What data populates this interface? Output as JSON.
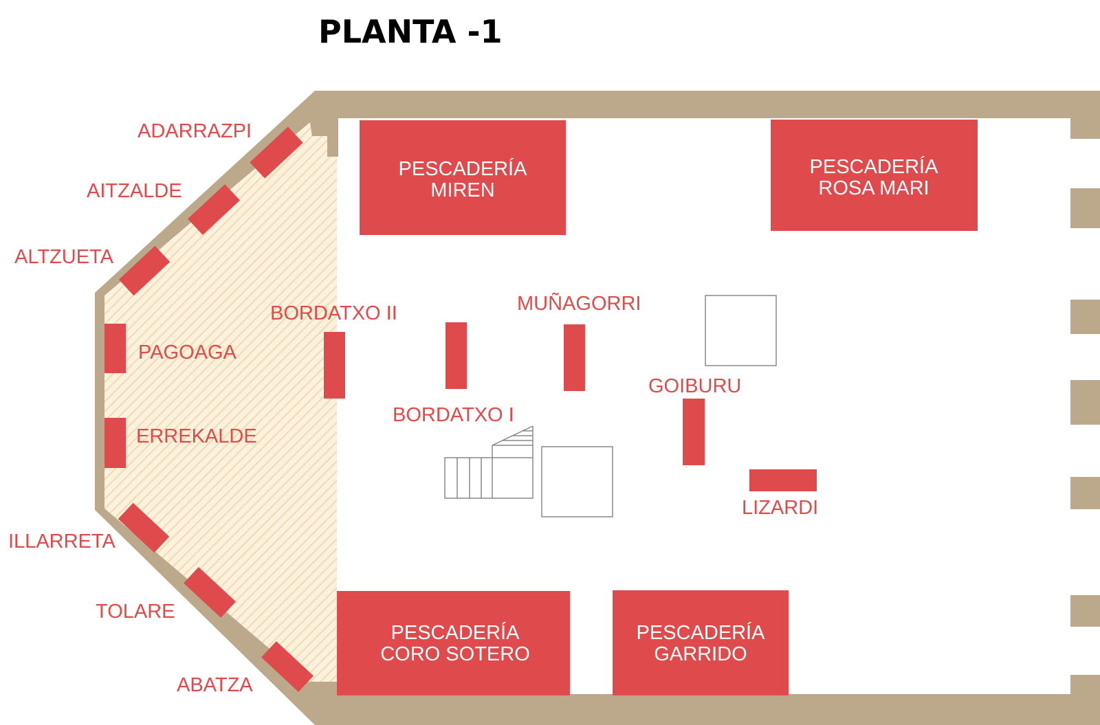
{
  "title": "PLANTA -1",
  "colors": {
    "accent": "#df4a4c",
    "wall": "#bca98c",
    "hatch": "#f6e6c6"
  },
  "big_stalls": {
    "miren": [
      "PESCADERÍA",
      "MIREN"
    ],
    "rosa_mari": [
      "PESCADERÍA",
      "ROSA MARI"
    ],
    "coro_sotero": [
      "PESCADERÍA",
      "CORO SOTERO"
    ],
    "garrido": [
      "PESCADERÍA",
      "GARRIDO"
    ]
  },
  "labels": {
    "adarrazpi": "ADARRAZPI",
    "aitzalde": "AITZALDE",
    "altzueta": "ALTZUETA",
    "pagoaga": "PAGOAGA",
    "errekalde": "ERREKALDE",
    "illarreta": "ILLARRETA",
    "tolare": "TOLARE",
    "abatza": "ABATZA",
    "bordatxo_ii": "BORDATXO II",
    "bordatxo_i": "BORDATXO I",
    "munagorri": "MUÑAGORRI",
    "goiburu": "GOIBURU",
    "lizardi": "LIZARDI"
  }
}
